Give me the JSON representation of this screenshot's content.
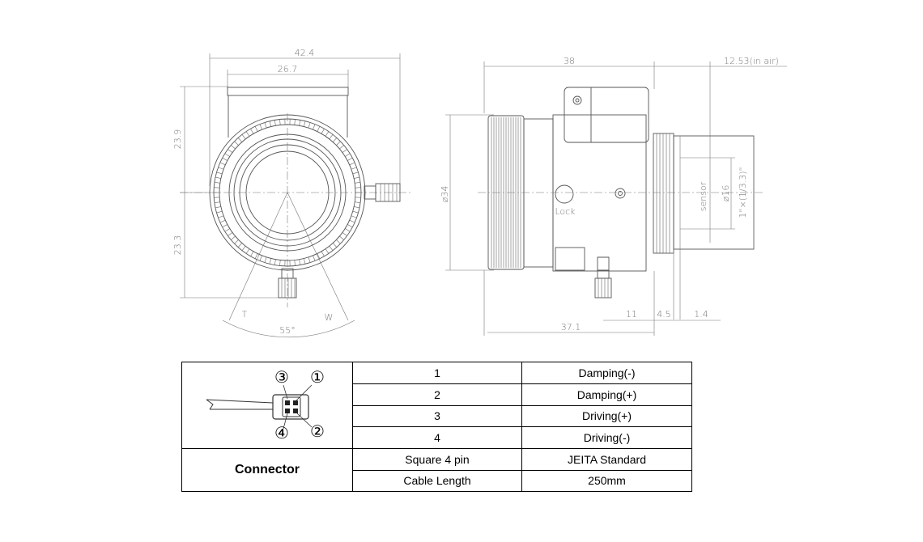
{
  "drawing": {
    "front_view": {
      "dims": {
        "overall_width": "42.4",
        "top_width": "26.7",
        "upper_height": "23.9",
        "lower_height": "23.3",
        "angle": "55°",
        "tele": "T",
        "wide": "W"
      }
    },
    "side_view": {
      "dims": {
        "length": "38",
        "back_focus": "12.53(in air)",
        "diameter": "ø34",
        "sensor_dia": "ø16",
        "sensor_label": "sensor",
        "sensor_format": "1\"×(1/3.3)\"",
        "dim_11": "11",
        "dim_4_5": "4.5",
        "dim_1_4": "1.4",
        "body_length": "37.1",
        "lock": "Lock"
      }
    }
  },
  "connector": {
    "pin_labels": [
      "③",
      "①",
      "④",
      "②"
    ],
    "pins": [
      {
        "number": "1",
        "function": "Damping(-)"
      },
      {
        "number": "2",
        "function": "Damping(+)"
      },
      {
        "number": "3",
        "function": "Driving(+)"
      },
      {
        "number": "4",
        "function": "Driving(-)"
      }
    ],
    "label": "Connector",
    "specs": [
      {
        "name": "Square 4 pin",
        "value": "JEITA Standard"
      },
      {
        "name": "Cable Length",
        "value": "250mm"
      }
    ]
  }
}
